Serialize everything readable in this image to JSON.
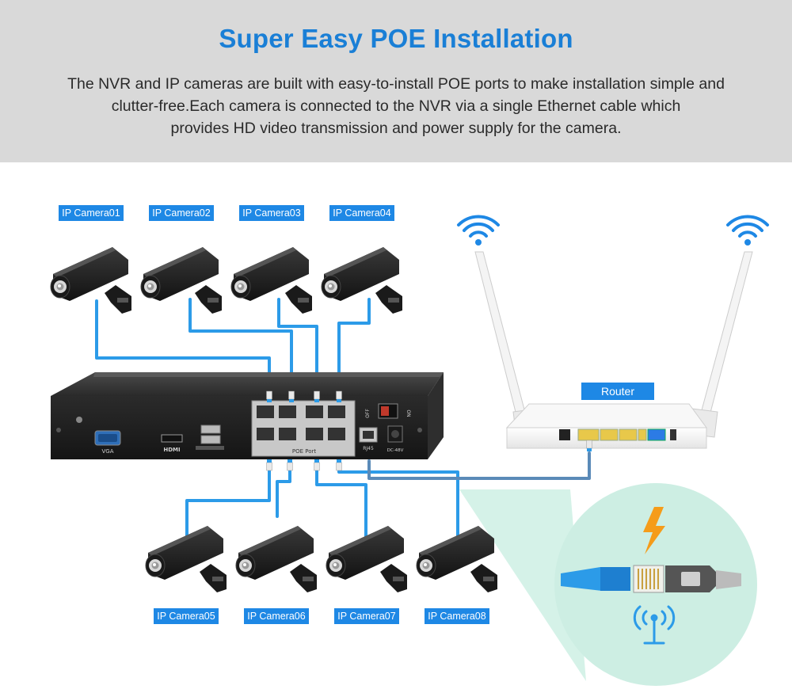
{
  "header": {
    "title": "Super Easy POE Installation",
    "description_lines": [
      "The NVR and IP cameras are built with easy-to-install POE ports to make installation simple and",
      "clutter-free.Each camera is connected to the NVR via a single Ethernet cable which",
      "provides HD video transmission and power supply for the camera."
    ]
  },
  "cameras": {
    "top": [
      "IP Camera01",
      "IP Camera02",
      "IP Camera03",
      "IP Camera04"
    ],
    "bottom": [
      "IP Camera05",
      "IP Camera06",
      "IP Camera07",
      "IP Camera08"
    ]
  },
  "router": {
    "label": "Router"
  },
  "nvr": {
    "port_labels": {
      "vga": "VGA",
      "hdmi": "HDMI",
      "poe": "POE Port",
      "off": "OFF",
      "on": "ON",
      "rj45": "RJ45",
      "dc": "DC-48V"
    }
  },
  "colors": {
    "accent": "#1a7fd6",
    "cable": "#2c9be8",
    "header_bg": "#d9d9d9",
    "inset_bg": "#cdeee3"
  },
  "icons": [
    "camera-icon",
    "wifi-icon",
    "lightning-icon",
    "antenna-signal-icon",
    "ethernet-plug-icon"
  ]
}
